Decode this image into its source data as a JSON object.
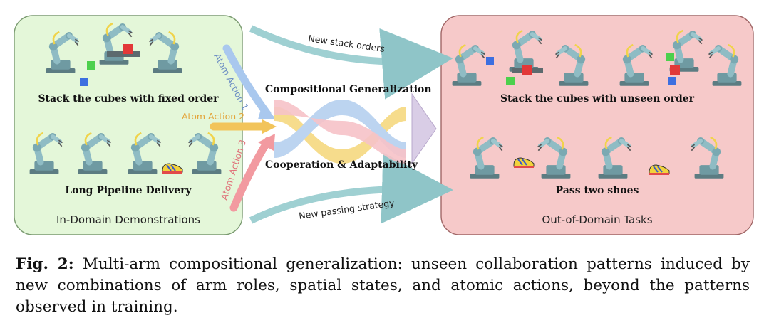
{
  "left_panel": {
    "title": "In-Domain Demonstrations",
    "scene1_label": "Stack the cubes with fixed order",
    "scene2_label": "Long Pipeline Delivery",
    "fill": "#e4f7d9",
    "stroke": "#7a9a70"
  },
  "right_panel": {
    "title": "Out-of-Domain Tasks",
    "scene1_label": "Stack the cubes with unseen order",
    "scene2_label": "Pass two shoes",
    "fill": "#f6c9c9",
    "stroke": "#a06666"
  },
  "center": {
    "top_label": "Compositional Generalization",
    "bottom_label": "Cooperation & Adaptability",
    "braid_colors": [
      "#f6c2c8",
      "#bcd4f0",
      "#f6dc8c"
    ]
  },
  "arrows": {
    "top": "New stack orders",
    "bottom": "New passing strategy",
    "atom1": "Atom Action 1",
    "atom2": "Atom Action 2",
    "atom3": "Atom Action 3",
    "atom1_color": "#a9c8ee",
    "atom2_color": "#f2c45a",
    "atom3_color": "#f29aa0"
  },
  "caption": {
    "prefix": "Fig. 2:",
    "text": "Multi-arm compositional generalization: unseen collaboration patterns induced by new combinations of arm roles, spatial states, and atomic actions, beyond the patterns observed in training."
  },
  "icons": [
    "robot-arm-icon",
    "cube-icon",
    "shoe-icon"
  ]
}
